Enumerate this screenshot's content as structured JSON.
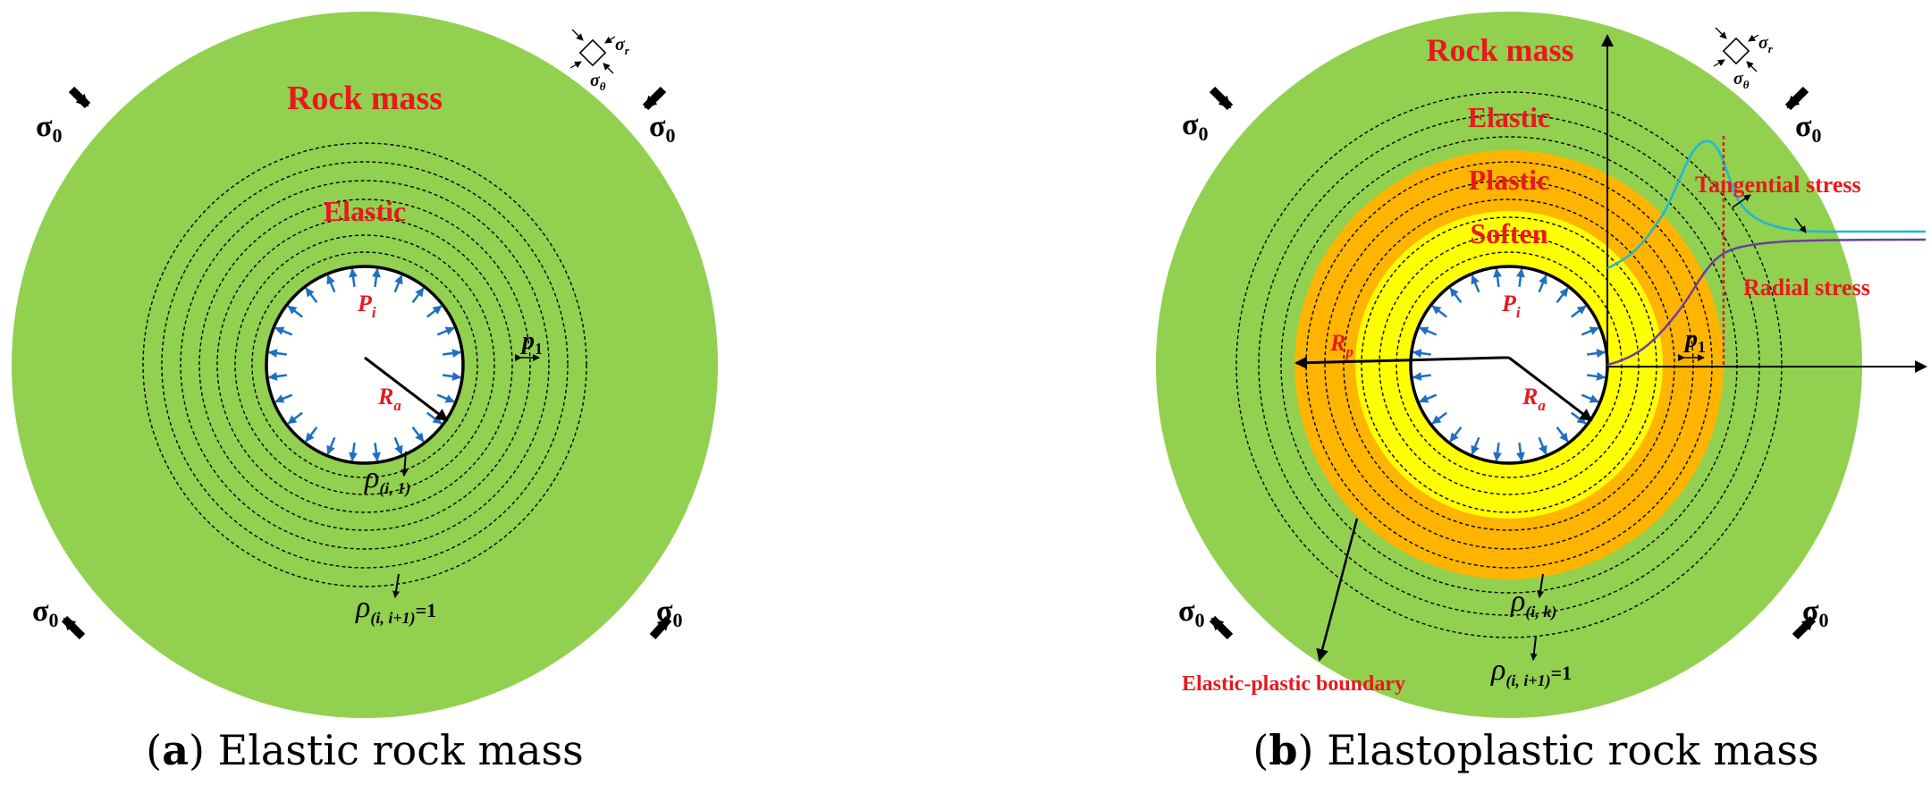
{
  "panel_a": {
    "caption_letter": "a",
    "caption_text": "Elastic rock mass",
    "rock_mass_label": "Rock mass",
    "elastic_label": "Elastic",
    "pressure_label": "P",
    "pressure_sub": "i",
    "radius_label": "R",
    "radius_sub": "a",
    "spacing_label": "p",
    "spacing_sub": "1",
    "rho_inner_main": "ρ",
    "rho_inner_sub": "(i, 1)",
    "rho_outer_main": "ρ",
    "rho_outer_sub": "(i, i+1)",
    "rho_outer_eq": "=1",
    "far_stress_main": "σ",
    "far_stress_sub": "0",
    "elem_sr_main": "σ",
    "elem_sr_sub": "r",
    "elem_st_main": "σ",
    "elem_st_sub": "θ"
  },
  "panel_b": {
    "caption_letter": "b",
    "caption_text": "Elastoplastic rock mass",
    "rock_mass_label": "Rock mass",
    "elastic_label": "Elastic",
    "plastic_label": "Plastic",
    "soften_label": "Soften",
    "pressure_label": "P",
    "pressure_sub": "i",
    "radius_label": "R",
    "radius_sub": "a",
    "plastic_radius_label": "R",
    "plastic_radius_sub": "p",
    "spacing_label": "p",
    "spacing_sub": "1",
    "rho_inner_main": "ρ",
    "rho_inner_sub": "(i, k)",
    "rho_outer_main": "ρ",
    "rho_outer_sub": "(i, i+1)",
    "rho_outer_eq": "=1",
    "tangential_label": "Tangential stress",
    "radial_label": "Radial stress",
    "boundary_label": "Elastic-plastic boundary",
    "far_stress_main": "σ",
    "far_stress_sub": "0",
    "elem_sr_main": "σ",
    "elem_sr_sub": "r",
    "elem_st_main": "σ",
    "elem_st_sub": "θ"
  },
  "colors": {
    "rock_green": "#92d050",
    "plastic_orange": "#ffb400",
    "soften_yellow": "#ffff00",
    "tunnel_white": "#ffffff",
    "label_red": "#e8191e",
    "pressure_arrow_blue": "#1f6fc1",
    "tangential_curve": "#1fb6d9",
    "radial_curve": "#6b3fa0"
  }
}
